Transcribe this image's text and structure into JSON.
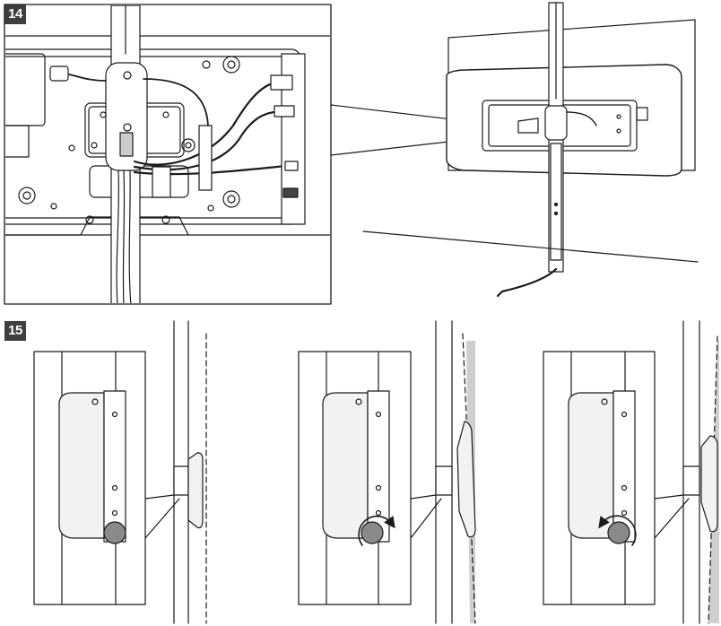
{
  "steps": [
    {
      "number": "14"
    },
    {
      "number": "15"
    }
  ],
  "colors": {
    "line": "#1a1a1a",
    "badge": "#3f3f3f",
    "panel_fill": "#f2f2f2",
    "knob": "#8a8a8a",
    "wall_shadow": "#cfcfcf"
  },
  "rotation_arrows": [
    {
      "panel": "center",
      "direction": "clockwise"
    },
    {
      "panel": "right",
      "direction": "counterclockwise"
    }
  ]
}
